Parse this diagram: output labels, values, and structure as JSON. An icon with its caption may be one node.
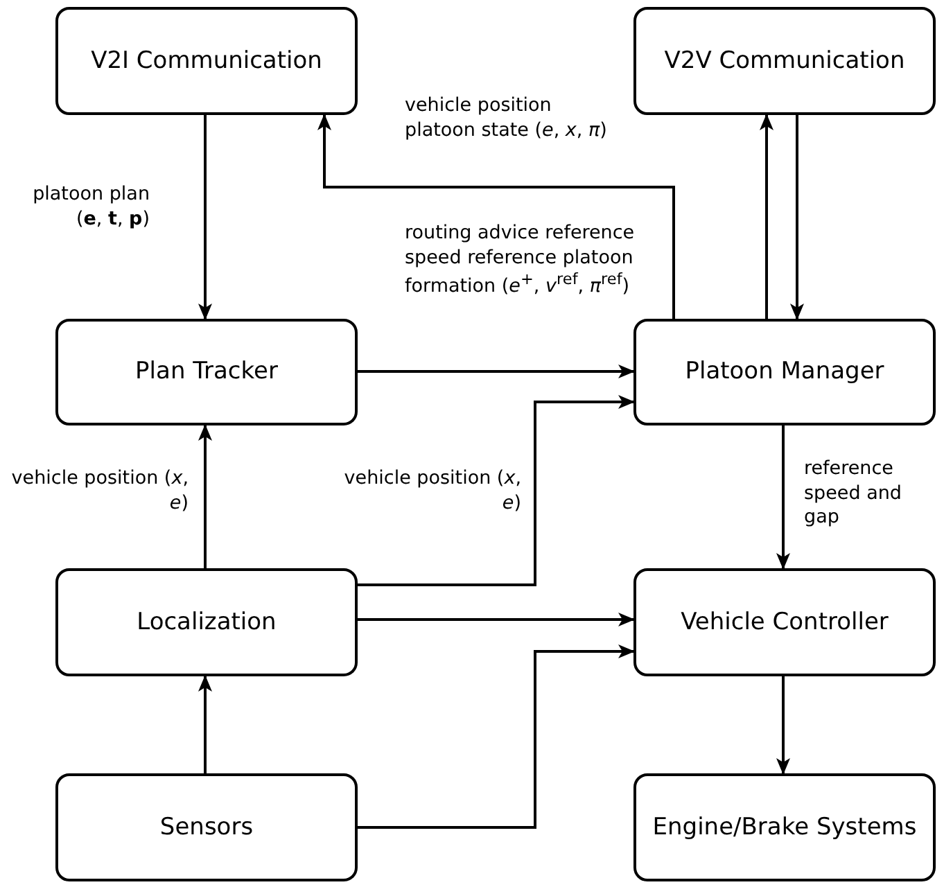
{
  "diagram": {
    "nodes": [
      {
        "text": [
          "V2I Communication"
        ]
      },
      {
        "text": [
          "V2V Communication"
        ]
      },
      {
        "text": [
          "Plan Tracker"
        ]
      },
      {
        "text": [
          "Platoon Manager"
        ]
      },
      {
        "text": [
          "Localization"
        ]
      },
      {
        "text": [
          "Vehicle Controller"
        ]
      },
      {
        "text": [
          "Sensors"
        ]
      },
      {
        "text": [
          "Engine/Brake Systems"
        ]
      }
    ],
    "edges": [
      {
        "from": 0,
        "to": 2,
        "arrow": "to",
        "label": "platoon plan (**e**, **t**, **p**)"
      },
      {
        "from": 3,
        "to": 0,
        "arrow": "to",
        "label": "vehicle position platoon state (*e*, *x*, *π*)"
      },
      {
        "from": 3,
        "to": 1,
        "arrow": "to"
      },
      {
        "from": 1,
        "to": 3,
        "arrow": "to"
      },
      {
        "from": 2,
        "to": 3,
        "arrow": "to",
        "label": "routing advice reference speed reference platoon formation (*e*$^{+}$, *v*$^{ref}$, *π*$^{ref}$)"
      },
      {
        "from": 4,
        "to": 2,
        "arrow": "to",
        "label": "vehicle position (*x*, *e*)"
      },
      {
        "from": 4,
        "to": 3,
        "arrow": "to",
        "label": "vehicle position (*x*, *e*)"
      },
      {
        "from": 4,
        "to": 5,
        "arrow": "to"
      },
      {
        "from": 3,
        "to": 5,
        "arrow": "to",
        "label": "reference speed and gap"
      },
      {
        "from": 6,
        "to": 4,
        "arrow": "to"
      },
      {
        "from": 6,
        "to": 5,
        "arrow": "to"
      },
      {
        "from": 5,
        "to": 7,
        "arrow": "to"
      }
    ]
  }
}
